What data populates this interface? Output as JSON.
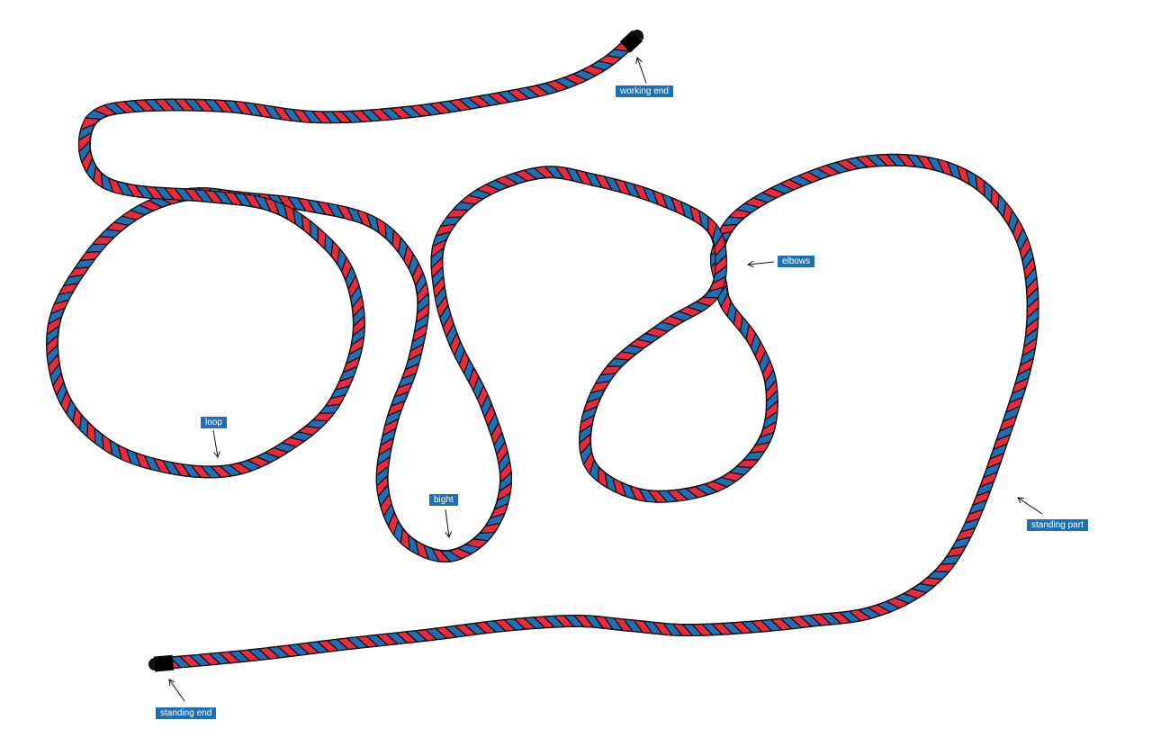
{
  "colors": {
    "strand_a": "#ea2a3a",
    "strand_b": "#1f6fb4",
    "outline": "#111111",
    "rope_end": "#000000",
    "label_bg": "#1f6fb4",
    "label_text": "#ffffff",
    "arrow": "#111111"
  },
  "labels": {
    "working_end": "working end",
    "elbows": "elbows",
    "loop": "loop",
    "bight": "bight",
    "standing_part": "standing part",
    "standing_end": "standing end"
  }
}
